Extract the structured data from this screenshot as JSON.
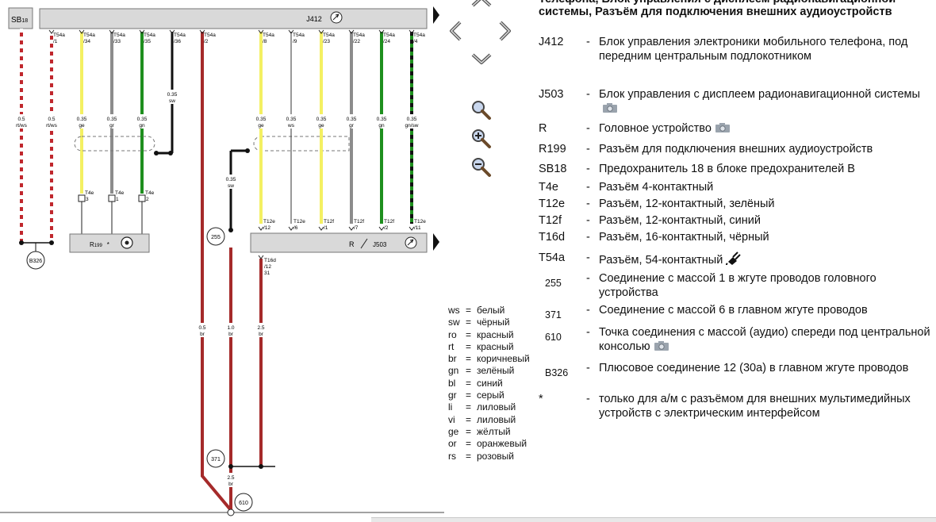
{
  "legend_title": "Телефона, Блок управления с дисплеем радионавигационной системы, Разъём для подключения внешних аудиоустройств",
  "legend": [
    {
      "code": "J412",
      "dash": "-",
      "desc": "Блок управления электроники мобильного телефона, под передним центральным подлокотником",
      "cam": false
    },
    {
      "code": "J503",
      "dash": "-",
      "desc": "Блок управления с дисплеем радионавигационной системы",
      "cam": true
    },
    {
      "code": "R",
      "dash": "-",
      "desc": "Головное устройство",
      "cam": true
    },
    {
      "code": "R199",
      "dash": "-",
      "desc": "Разъём для подключения внешних аудиоустройств",
      "cam": false
    },
    {
      "code": "SB18",
      "dash": "-",
      "desc": "Предохранитель 18 в блоке предохранителей B",
      "cam": false
    },
    {
      "code": "T4e",
      "dash": "-",
      "desc": "Разъём 4-контактный",
      "cam": false
    },
    {
      "code": "T12e",
      "dash": "-",
      "desc": "Разъём, 12-контактный, зелёный",
      "cam": false
    },
    {
      "code": "T12f",
      "dash": "-",
      "desc": "Разъём, 12-контактный, синий",
      "cam": false
    },
    {
      "code": "T16d",
      "dash": "-",
      "desc": "Разъём, 16-контактный, чёрный",
      "cam": false
    },
    {
      "code": "T54a",
      "dash": "-",
      "desc": "Разъём, 54-контактный",
      "cam": false
    },
    {
      "code": "255",
      "dash": "-",
      "desc": "Соединение с массой 1 в жгуте проводов головного устройства",
      "cam": false
    },
    {
      "code": "371",
      "dash": "-",
      "desc": "Соединение с массой 6 в главном жгуте проводов",
      "cam": false
    },
    {
      "code": "610",
      "dash": "-",
      "desc": "Точка соединения с массой (аудио) спереди под центральной консолью",
      "cam": true
    },
    {
      "code": "B326",
      "dash": "-",
      "desc": "Плюсовое соединение 12 (30a) в главном жгуте проводов",
      "cam": false
    },
    {
      "code": "*",
      "dash": "-",
      "desc": "только для а/м с разъёмом для внешних мультимедийных устройств с электрическим интерфейсом",
      "cam": false
    }
  ],
  "color_codes": [
    {
      "abbr": "ws",
      "eq": "=",
      "name": "белый"
    },
    {
      "abbr": "sw",
      "eq": "=",
      "name": "чёрный"
    },
    {
      "abbr": "ro",
      "eq": "=",
      "name": "красный"
    },
    {
      "abbr": "rt",
      "eq": "=",
      "name": "красный"
    },
    {
      "abbr": "br",
      "eq": "=",
      "name": "коричневый"
    },
    {
      "abbr": "gn",
      "eq": "=",
      "name": "зелёный"
    },
    {
      "abbr": "bl",
      "eq": "=",
      "name": "синий"
    },
    {
      "abbr": "gr",
      "eq": "=",
      "name": "серый"
    },
    {
      "abbr": "li",
      "eq": "=",
      "name": "лиловый"
    },
    {
      "abbr": "vi",
      "eq": "=",
      "name": "лиловый"
    },
    {
      "abbr": "ge",
      "eq": "=",
      "name": "жёлтый"
    },
    {
      "abbr": "or",
      "eq": "=",
      "name": "оранжевый"
    },
    {
      "abbr": "rs",
      "eq": "=",
      "name": "розовый"
    }
  ],
  "diagram": {
    "components": {
      "sb18": {
        "label": "SB",
        "sub": "18"
      },
      "j412": "J412",
      "r199": "R",
      "r199_sub": "199",
      "r199_star": "*",
      "r_j503_r": "R",
      "r_j503_j": "J503",
      "b326": "B326",
      "g255": "255",
      "g371": "371",
      "g610": "610"
    },
    "wire_colors": {
      "red": "#c0272d",
      "white": "#ffffff",
      "yellow": "#f4f062",
      "gray": "#8c8c8c",
      "green": "#1e8f1e",
      "black": "#111111",
      "brown": "#a52a2a"
    },
    "top_pins": [
      {
        "a": "T54a",
        "b": "/1"
      },
      {
        "a": "T54a",
        "b": "/34"
      },
      {
        "a": "T54a",
        "b": "/33"
      },
      {
        "a": "T54a",
        "b": "/35"
      },
      {
        "a": "T54a",
        "b": "/36"
      },
      {
        "a": "T54a",
        "b": "/2"
      },
      {
        "a": "T54a",
        "b": "/8"
      },
      {
        "a": "T54a",
        "b": "/9"
      },
      {
        "a": "T54a",
        "b": "/23"
      },
      {
        "a": "T54a",
        "b": "/22"
      },
      {
        "a": "T54a",
        "b": "/24"
      },
      {
        "a": "T54a",
        "b": "/4"
      }
    ],
    "wire_labels": [
      {
        "size": "0.5",
        "color": "rt/ws"
      },
      {
        "size": "0.5",
        "color": "rt/ws"
      },
      {
        "size": "0.35",
        "color": "ge"
      },
      {
        "size": "0.35",
        "color": "gr"
      },
      {
        "size": "0.35",
        "color": "gn"
      },
      {
        "size": "0.35",
        "color": "sw"
      },
      {
        "size": "0.35",
        "color": "ge"
      },
      {
        "size": "0.35",
        "color": "ws"
      },
      {
        "size": "0.35",
        "color": "ge"
      },
      {
        "size": "0.35",
        "color": "gr"
      },
      {
        "size": "0.35",
        "color": "gn"
      },
      {
        "size": "0.35",
        "color": "gn/sw"
      },
      {
        "size": "0.35",
        "color": "sw"
      },
      {
        "size": "0.5",
        "color": "br"
      },
      {
        "size": "1.0",
        "color": "br"
      },
      {
        "size": "2.5",
        "color": "br"
      },
      {
        "size": "2.5",
        "color": "br"
      }
    ],
    "t4e_pins": [
      {
        "a": "T4e",
        "b": "3"
      },
      {
        "a": "T4e",
        "b": "1"
      },
      {
        "a": "T4e",
        "b": "2"
      }
    ],
    "t12_pins": [
      {
        "a": "T12e",
        "b": "/12"
      },
      {
        "a": "T12e",
        "b": "/6"
      },
      {
        "a": "T12f",
        "b": "/1"
      },
      {
        "a": "T12f",
        "b": "/7"
      },
      {
        "a": "T12f",
        "b": "/2"
      },
      {
        "a": "T12e",
        "b": "/11"
      }
    ],
    "t16d": {
      "a": "T16d",
      "b": "/12",
      "c": "31"
    }
  }
}
